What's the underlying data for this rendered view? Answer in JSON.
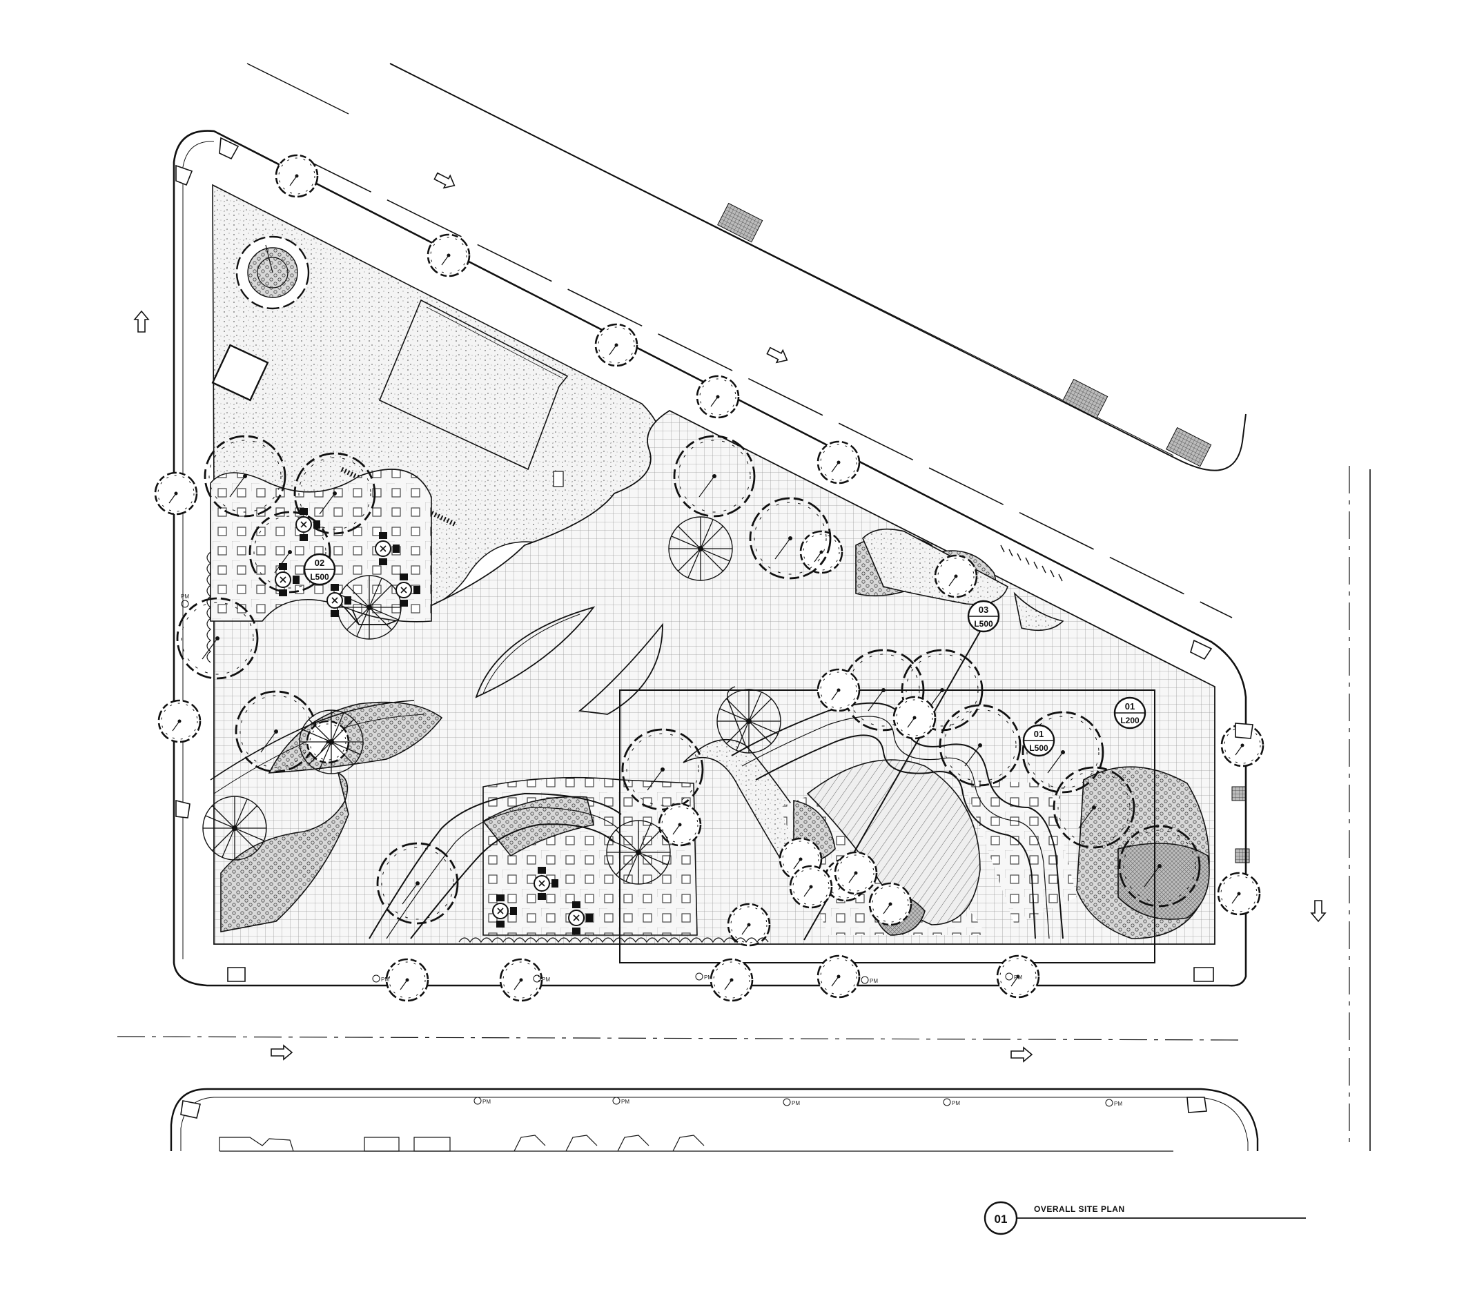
{
  "title_block": {
    "number": "01",
    "title": "OVERALL SITE PLAN"
  },
  "callouts": [
    {
      "id": "detail-02-l500",
      "top": "02",
      "bottom": "L500"
    },
    {
      "id": "detail-03-l500",
      "top": "03",
      "bottom": "L500"
    },
    {
      "id": "detail-01-l500",
      "top": "01",
      "bottom": "L500"
    },
    {
      "id": "enlarge-01-l200",
      "top": "01",
      "bottom": "L200"
    }
  ],
  "pm_label": "PM",
  "colors": {
    "ink": "#111111",
    "paving_light": "#f2f2f2",
    "paving_grid": "#9a9a9a",
    "planting": "#d8d8d8",
    "paper": "#ffffff"
  }
}
